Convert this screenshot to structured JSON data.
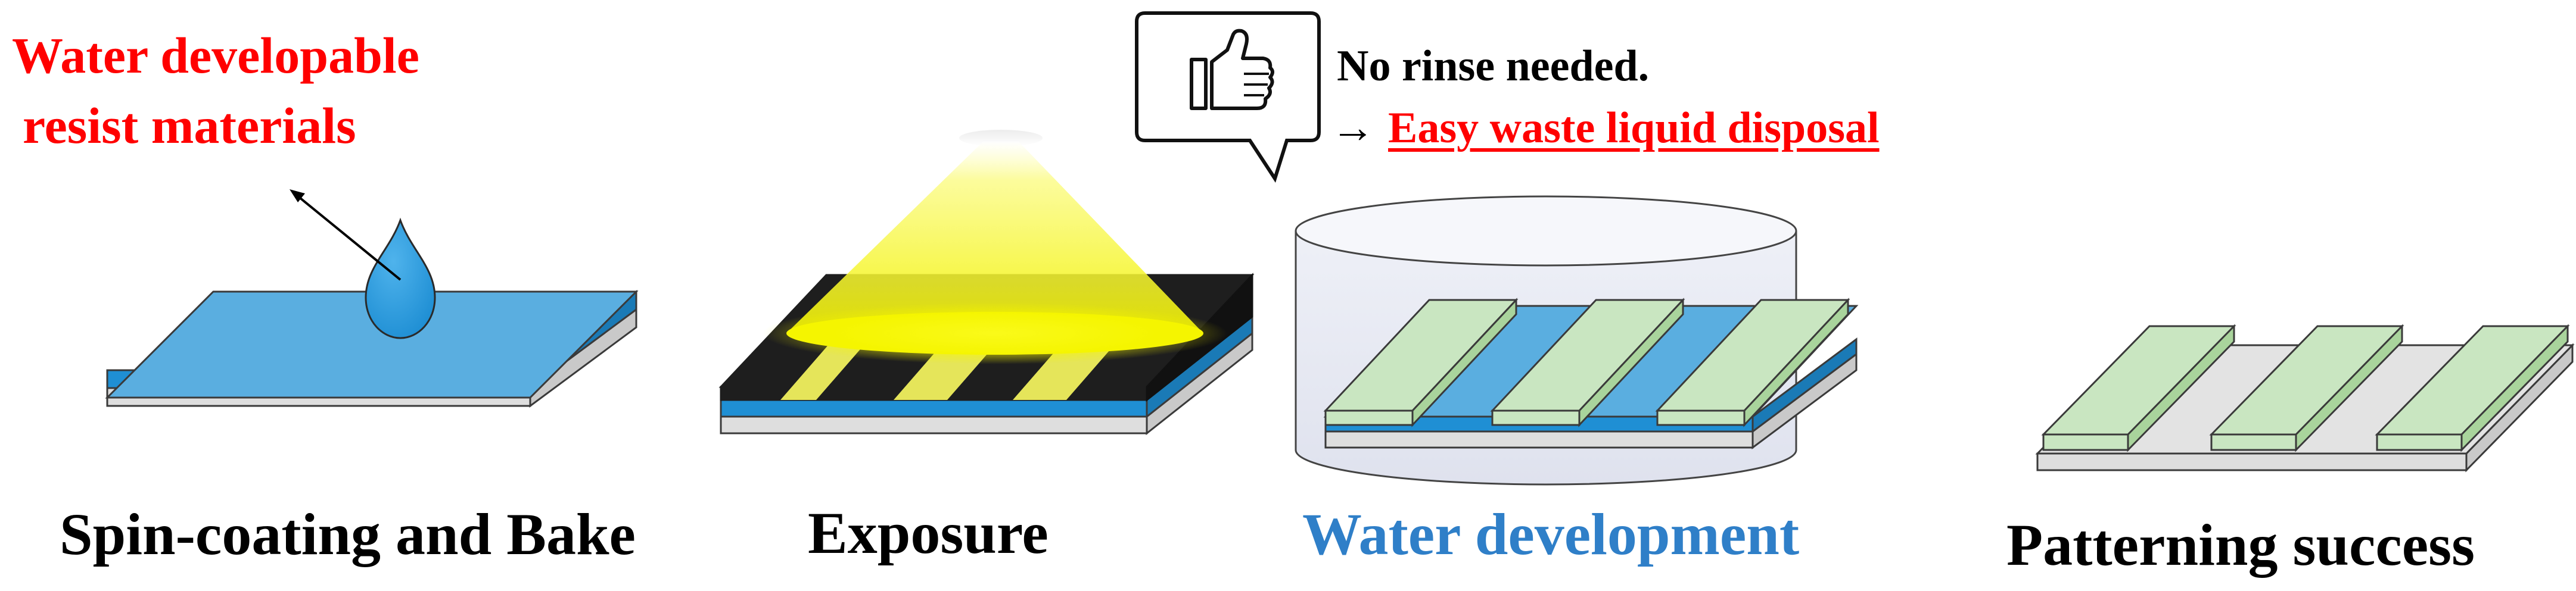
{
  "header": {
    "resist_line1": "Water developable",
    "resist_line2": "resist materials",
    "no_rinse": "No rinse needed.",
    "arrow": "→",
    "easy_waste": "Easy waste liquid disposal"
  },
  "steps": [
    {
      "label": "Spin-coating and Bake"
    },
    {
      "label": "Exposure"
    },
    {
      "label": "Water development"
    },
    {
      "label": "Patterning success"
    }
  ],
  "icons": {
    "callout": "thumbs-up-speech-bubble-icon"
  },
  "colors": {
    "resist_blue": "#5aaee0",
    "resist_blue_dark": "#1f8fd4",
    "green": "#c9e6c1",
    "green_side": "#a9d49c",
    "substrate": "#dedede",
    "black_mask": "#1e1e1e",
    "light_yellow": "#f5f500",
    "text_red": "#ff0000",
    "text_blue": "#2f7fc8"
  }
}
